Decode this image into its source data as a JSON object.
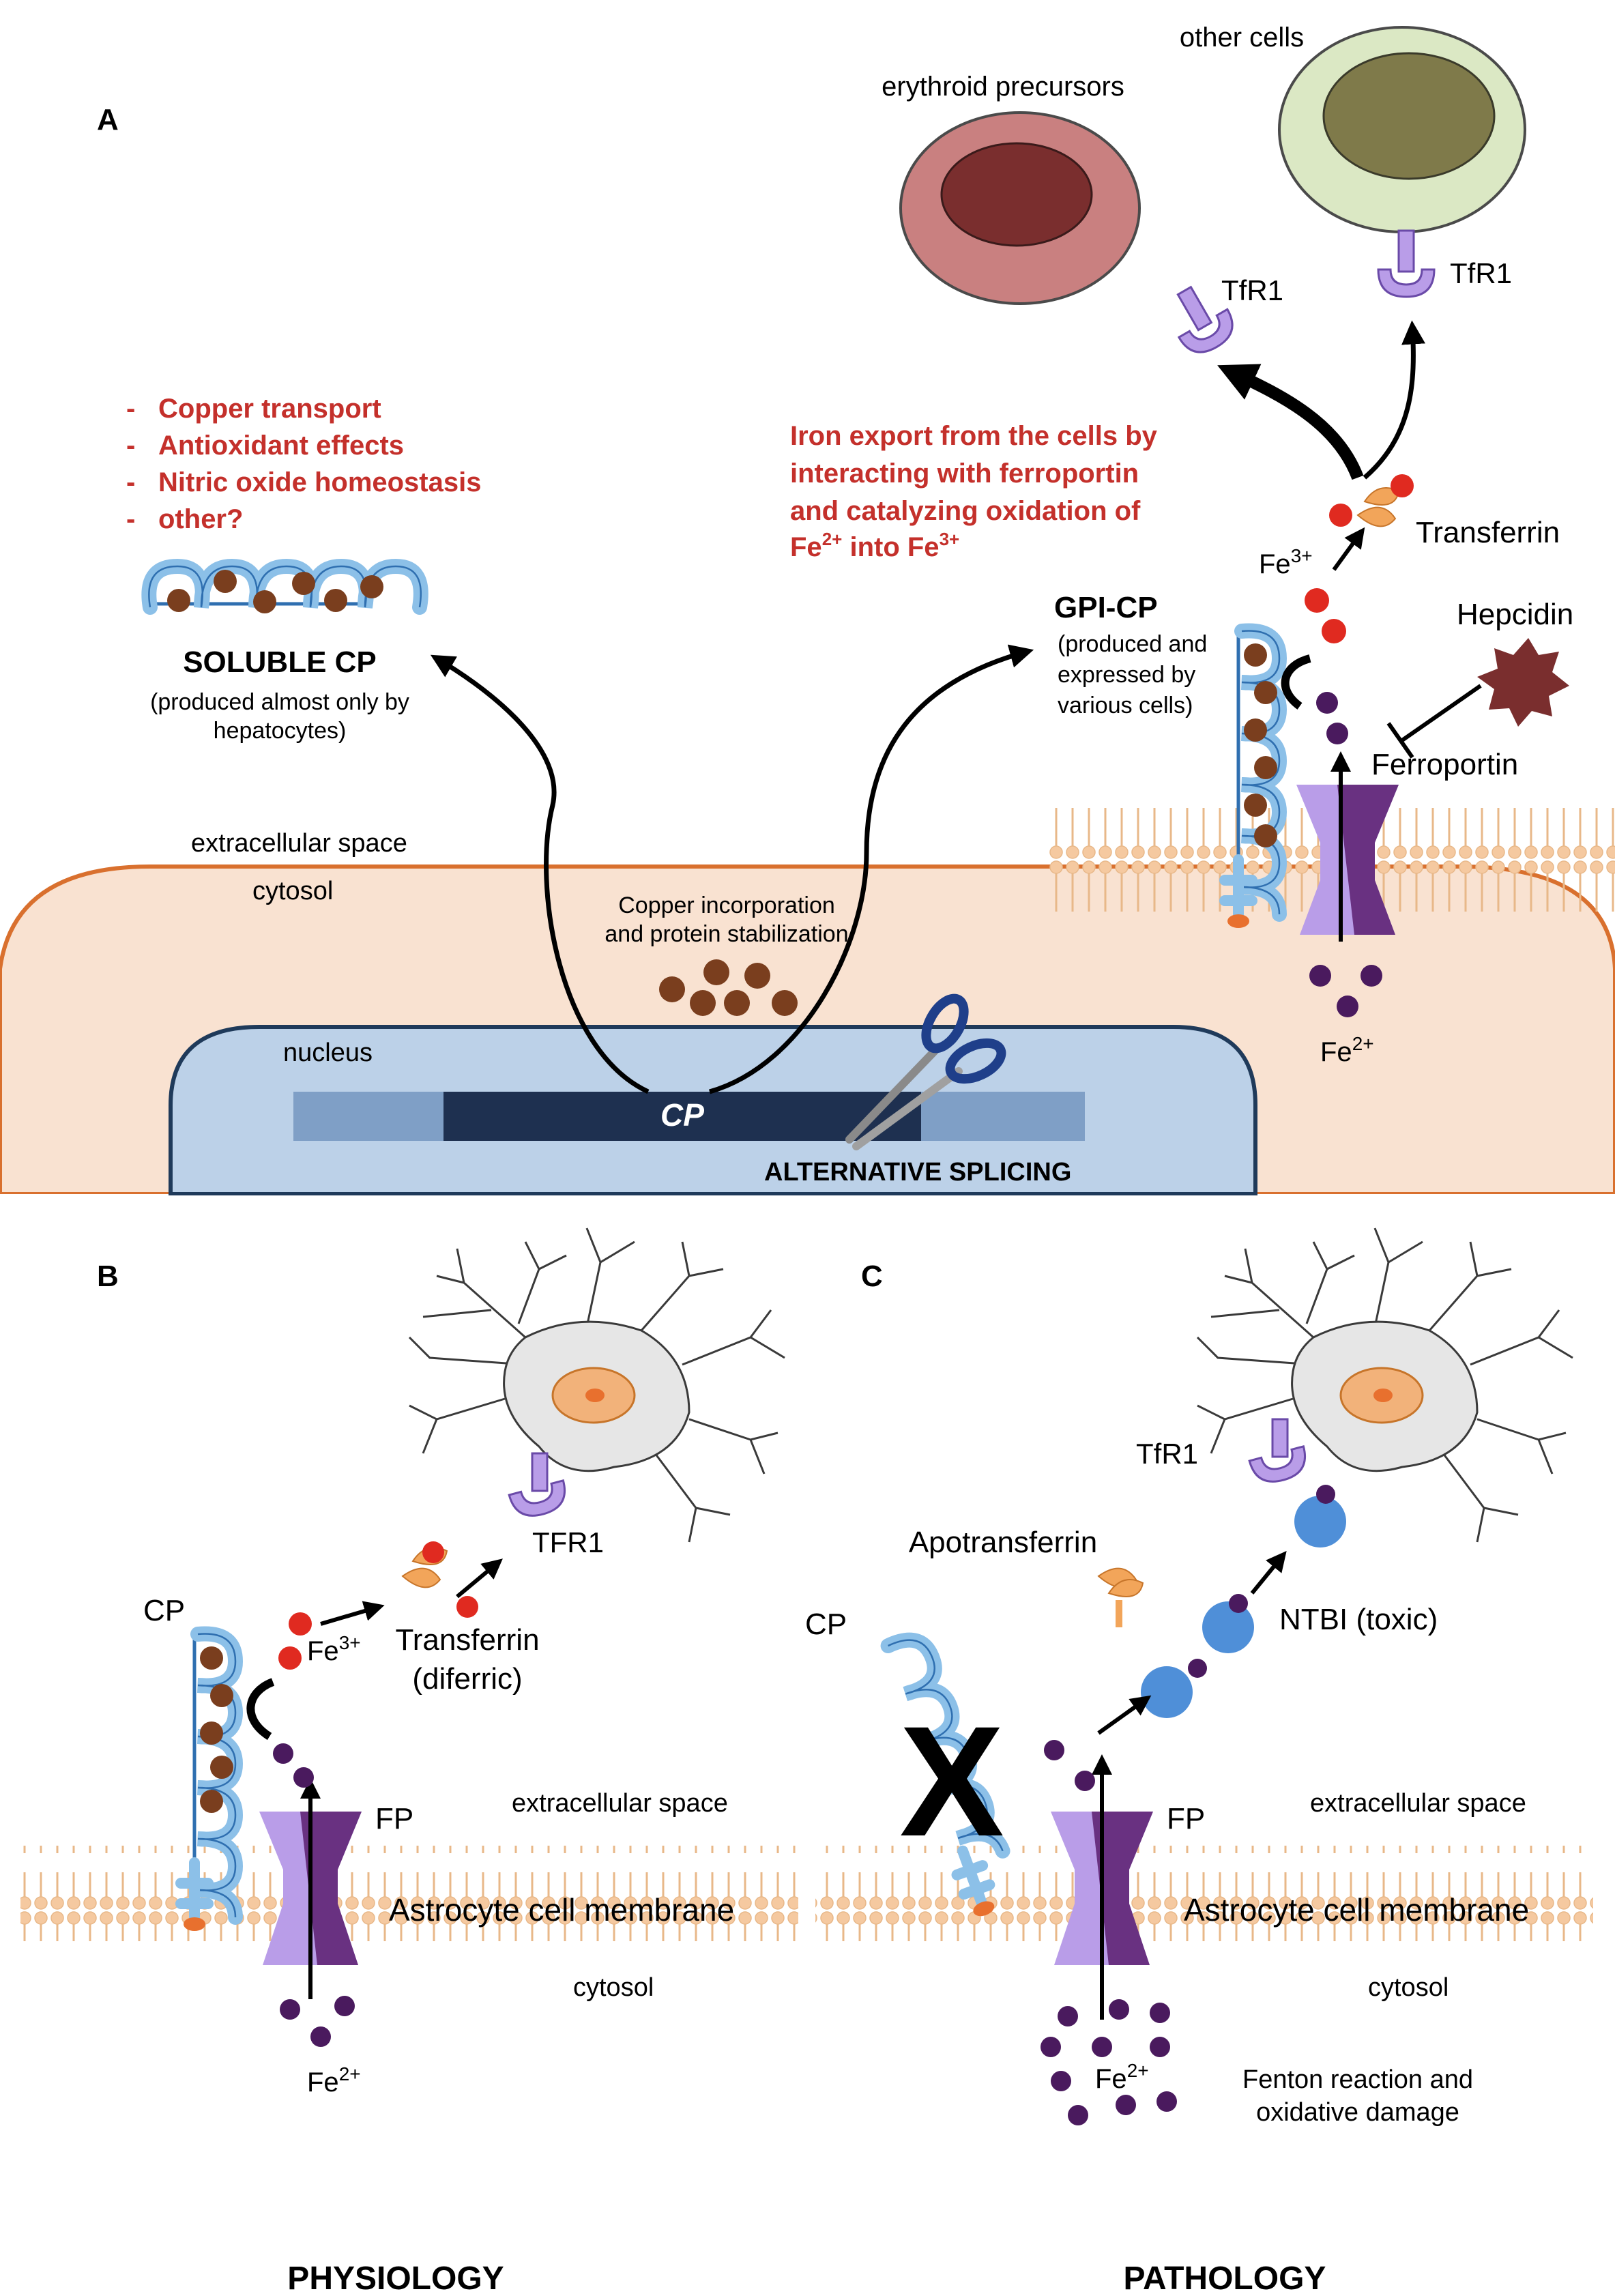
{
  "panels": {
    "a": "A",
    "b": "B",
    "c": "C"
  },
  "panel_a": {
    "other_cells": "other cells",
    "erythroid": "erythroid precursors",
    "tfr1_left": "TfR1",
    "tfr1_right": "TfR1",
    "soluble_functions": [
      "Copper transport",
      "Antioxidant effects",
      "Nitric oxide homeostasis",
      "other?"
    ],
    "bullet": "-",
    "iron_export": [
      "Iron export from the cells by",
      "interacting with ferroportin",
      "and catalyzing oxidation of"
    ],
    "iron_export_last": {
      "fe2": "Fe",
      "sup2": "2+",
      "into": " into Fe",
      "sup3": "3+"
    },
    "transferrin": "Transferrin",
    "fe3": {
      "base": "Fe",
      "sup": "3+"
    },
    "gpi_title": "GPI-CP",
    "gpi_note": [
      "(produced and",
      "expressed by",
      "various cells)"
    ],
    "hepcidin": "Hepcidin",
    "ferroportin": "Ferroportin",
    "soluble_title": "SOLUBLE CP",
    "soluble_note": [
      "(produced almost only by",
      "hepatocytes)"
    ],
    "extracellular": "extracellular space",
    "cytosol": "cytosol",
    "copper_incorporation": [
      "Copper incorporation",
      "and protein stabilization"
    ],
    "nucleus": "nucleus",
    "gene": "CP",
    "splicing": "ALTERNATIVE SPLICING",
    "fe2": {
      "base": "Fe",
      "sup": "2+"
    }
  },
  "panel_b": {
    "cp": "CP",
    "fe3": {
      "base": "Fe",
      "sup": "3+"
    },
    "transferrin": [
      "Transferrin",
      "(diferric)"
    ],
    "tfr1": "TFR1",
    "extracellular": "extracellular space",
    "fp": "FP",
    "membrane": "Astrocyte cell membrane",
    "cytosol": "cytosol",
    "fe2": {
      "base": "Fe",
      "sup": "2+"
    },
    "caption": "PHYSIOLOGY"
  },
  "panel_c": {
    "tfr1": "TfR1",
    "apotransferrin": "Apotransferrin",
    "cp": "CP",
    "ntbi": "NTBI (toxic)",
    "extracellular": "extracellular space",
    "fp": "FP",
    "membrane": "Astrocyte cell membrane",
    "cytosol": "cytosol",
    "fe2": {
      "base": "Fe",
      "sup": "2+"
    },
    "fenton": [
      "Fenton reaction and",
      "oxidative damage"
    ],
    "caption": "PATHOLOGY",
    "cross": "X"
  },
  "colors": {
    "red_text": "#c4302b",
    "cell_fill": "#f9e2d1",
    "cell_stroke": "#d9702e",
    "nucleus_fill": "#bcd1e8",
    "nucleus_stroke": "#1f3a5a",
    "gene_dark": "#1e3050",
    "gene_light": "#7f9fc6",
    "cp_blue": "#8cc0e8",
    "cp_stroke": "#2f6fb0",
    "copper": "#7a3e1e",
    "iron2": "#4a1a5e",
    "iron3": "#e02a20",
    "ferroportin": "#b99de8",
    "ferroportin_dark": "#5a1f6e",
    "lipid": "#f5c9a0",
    "transferrin": "#f2a55a",
    "erythroid_outer": "#c98080",
    "erythroid_inner": "#7a2e2e",
    "other_outer": "#dbe8c4",
    "other_inner": "#7f7a4a",
    "hepcidin": "#7a2e2e",
    "neuron": "#e6e6e6",
    "neuron_nucleus": "#f2b27a",
    "ntbi": "#4f8fd8"
  }
}
